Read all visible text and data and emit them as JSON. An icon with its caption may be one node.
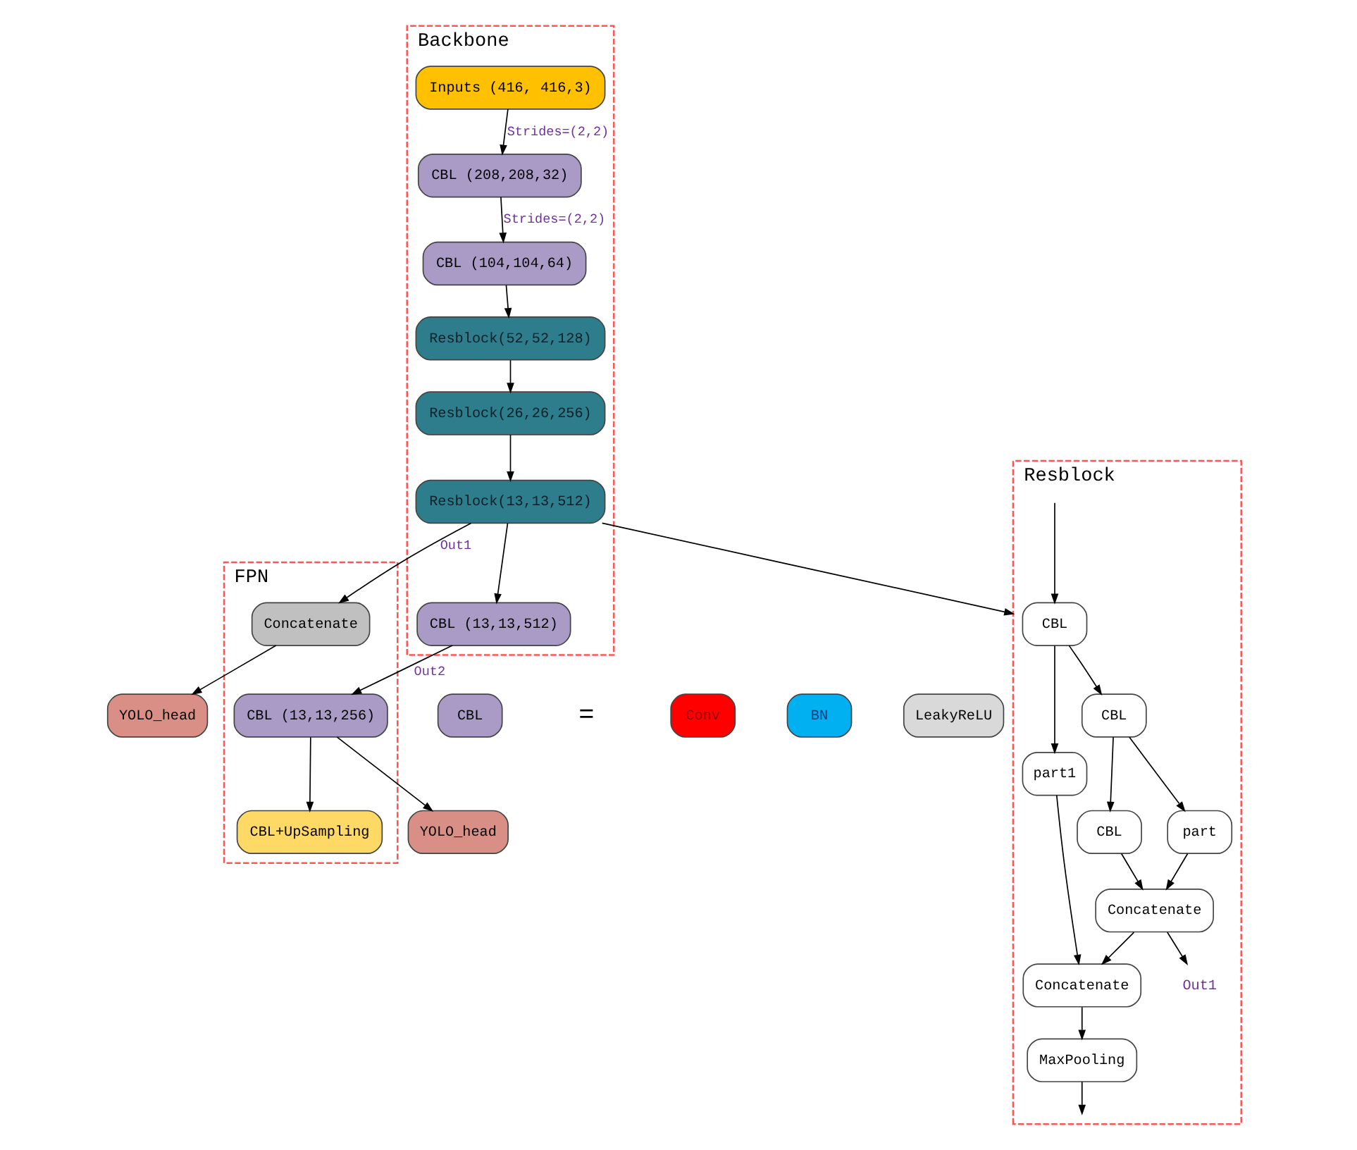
{
  "diagram": {
    "nodes": [
      {
        "text": [
          "Backbone"
        ]
      },
      {
        "text": [
          "Inputs (416, 416,3)"
        ],
        "in": 0
      },
      {
        "text": [
          "CBL (208,208,32)"
        ],
        "in": 0
      },
      {
        "text": [
          "CBL (104,104,64)"
        ],
        "in": 0
      },
      {
        "text": [
          "Resblock(52,52,128)"
        ],
        "in": 0
      },
      {
        "text": [
          "Resblock(26,26,256)"
        ],
        "in": 0
      },
      {
        "text": [
          "Resblock(13,13,512)"
        ],
        "in": 0
      },
      {
        "text": [
          "CBL (13,13,512)"
        ],
        "in": 0
      },
      {
        "text": [
          "Resblock"
        ]
      },
      {
        "text": [
          "CBL"
        ],
        "in": 8
      },
      {
        "text": [
          "part1"
        ],
        "in": 8
      },
      {
        "text": [
          "CBL"
        ],
        "in": 8
      },
      {
        "text": [
          "part"
        ],
        "in": 8
      },
      {
        "text": [
          "CBL"
        ],
        "in": 8
      },
      {
        "text": [
          "Concatenate"
        ],
        "in": 8
      },
      {
        "text": [
          "Out1"
        ],
        "in": 8
      },
      {
        "text": [
          "Concatenate"
        ],
        "in": 8
      },
      {
        "text": [
          "MaxPooling"
        ],
        "in": 8
      },
      {
        "text": [
          "FPN"
        ]
      },
      {
        "text": [
          "Concatenate"
        ],
        "in": 18
      },
      {
        "text": [
          "CBL+UpSampling"
        ],
        "in": 18
      },
      {
        "text": [
          "CBL (13,13,256)"
        ],
        "in": 18
      },
      {
        "text": [
          "YOLO_head"
        ]
      },
      {
        "text": [
          "YOLO_head"
        ]
      },
      {
        "text": [
          "CBL"
        ]
      },
      {
        "text": [
          "Conv"
        ]
      },
      {
        "text": [
          "BN"
        ]
      },
      {
        "text": [
          "LeakyReLU"
        ]
      }
    ],
    "edges": [
      {
        "from": 1,
        "to": 2,
        "arrow": "to",
        "label": "Strides=(2,2)"
      },
      {
        "from": 2,
        "to": 3,
        "arrow": "to",
        "label": "Strides=(2,2)"
      },
      {
        "from": 3,
        "to": 4,
        "arrow": "to"
      },
      {
        "from": 4,
        "to": 5,
        "arrow": "to"
      },
      {
        "from": 5,
        "to": 6,
        "arrow": "to"
      },
      {
        "from": 6,
        "to": 7,
        "arrow": "to"
      },
      {
        "from": 6,
        "to": 8,
        "arrow": "to"
      },
      {
        "from": 6,
        "to": 19,
        "arrow": "to",
        "label": "Out1"
      },
      {
        "from": 7,
        "to": 21,
        "arrow": "to",
        "label": "Out2"
      },
      {
        "from": 21,
        "to": 20,
        "arrow": "to"
      },
      {
        "from": 19,
        "to": 22,
        "arrow": "to"
      },
      {
        "from": 21,
        "to": 23,
        "arrow": "to"
      },
      {
        "from": null,
        "to": 9,
        "arrow": "to"
      },
      {
        "from": 9,
        "to": 10,
        "arrow": "to"
      },
      {
        "from": 9,
        "to": 11,
        "arrow": "to"
      },
      {
        "from": 11,
        "to": 12,
        "arrow": "to"
      },
      {
        "from": 11,
        "to": 13,
        "arrow": "to"
      },
      {
        "from": 12,
        "to": 14,
        "arrow": "to"
      },
      {
        "from": 13,
        "to": 14,
        "arrow": "to"
      },
      {
        "from": 14,
        "to": 15,
        "arrow": "to"
      },
      {
        "from": 10,
        "to": 16,
        "arrow": "to"
      },
      {
        "from": 14,
        "to": 16,
        "arrow": "to"
      },
      {
        "from": 16,
        "to": 17,
        "arrow": "to"
      },
      {
        "from": 17,
        "to": null,
        "arrow": "to"
      }
    ],
    "labels": [
      "="
    ]
  }
}
